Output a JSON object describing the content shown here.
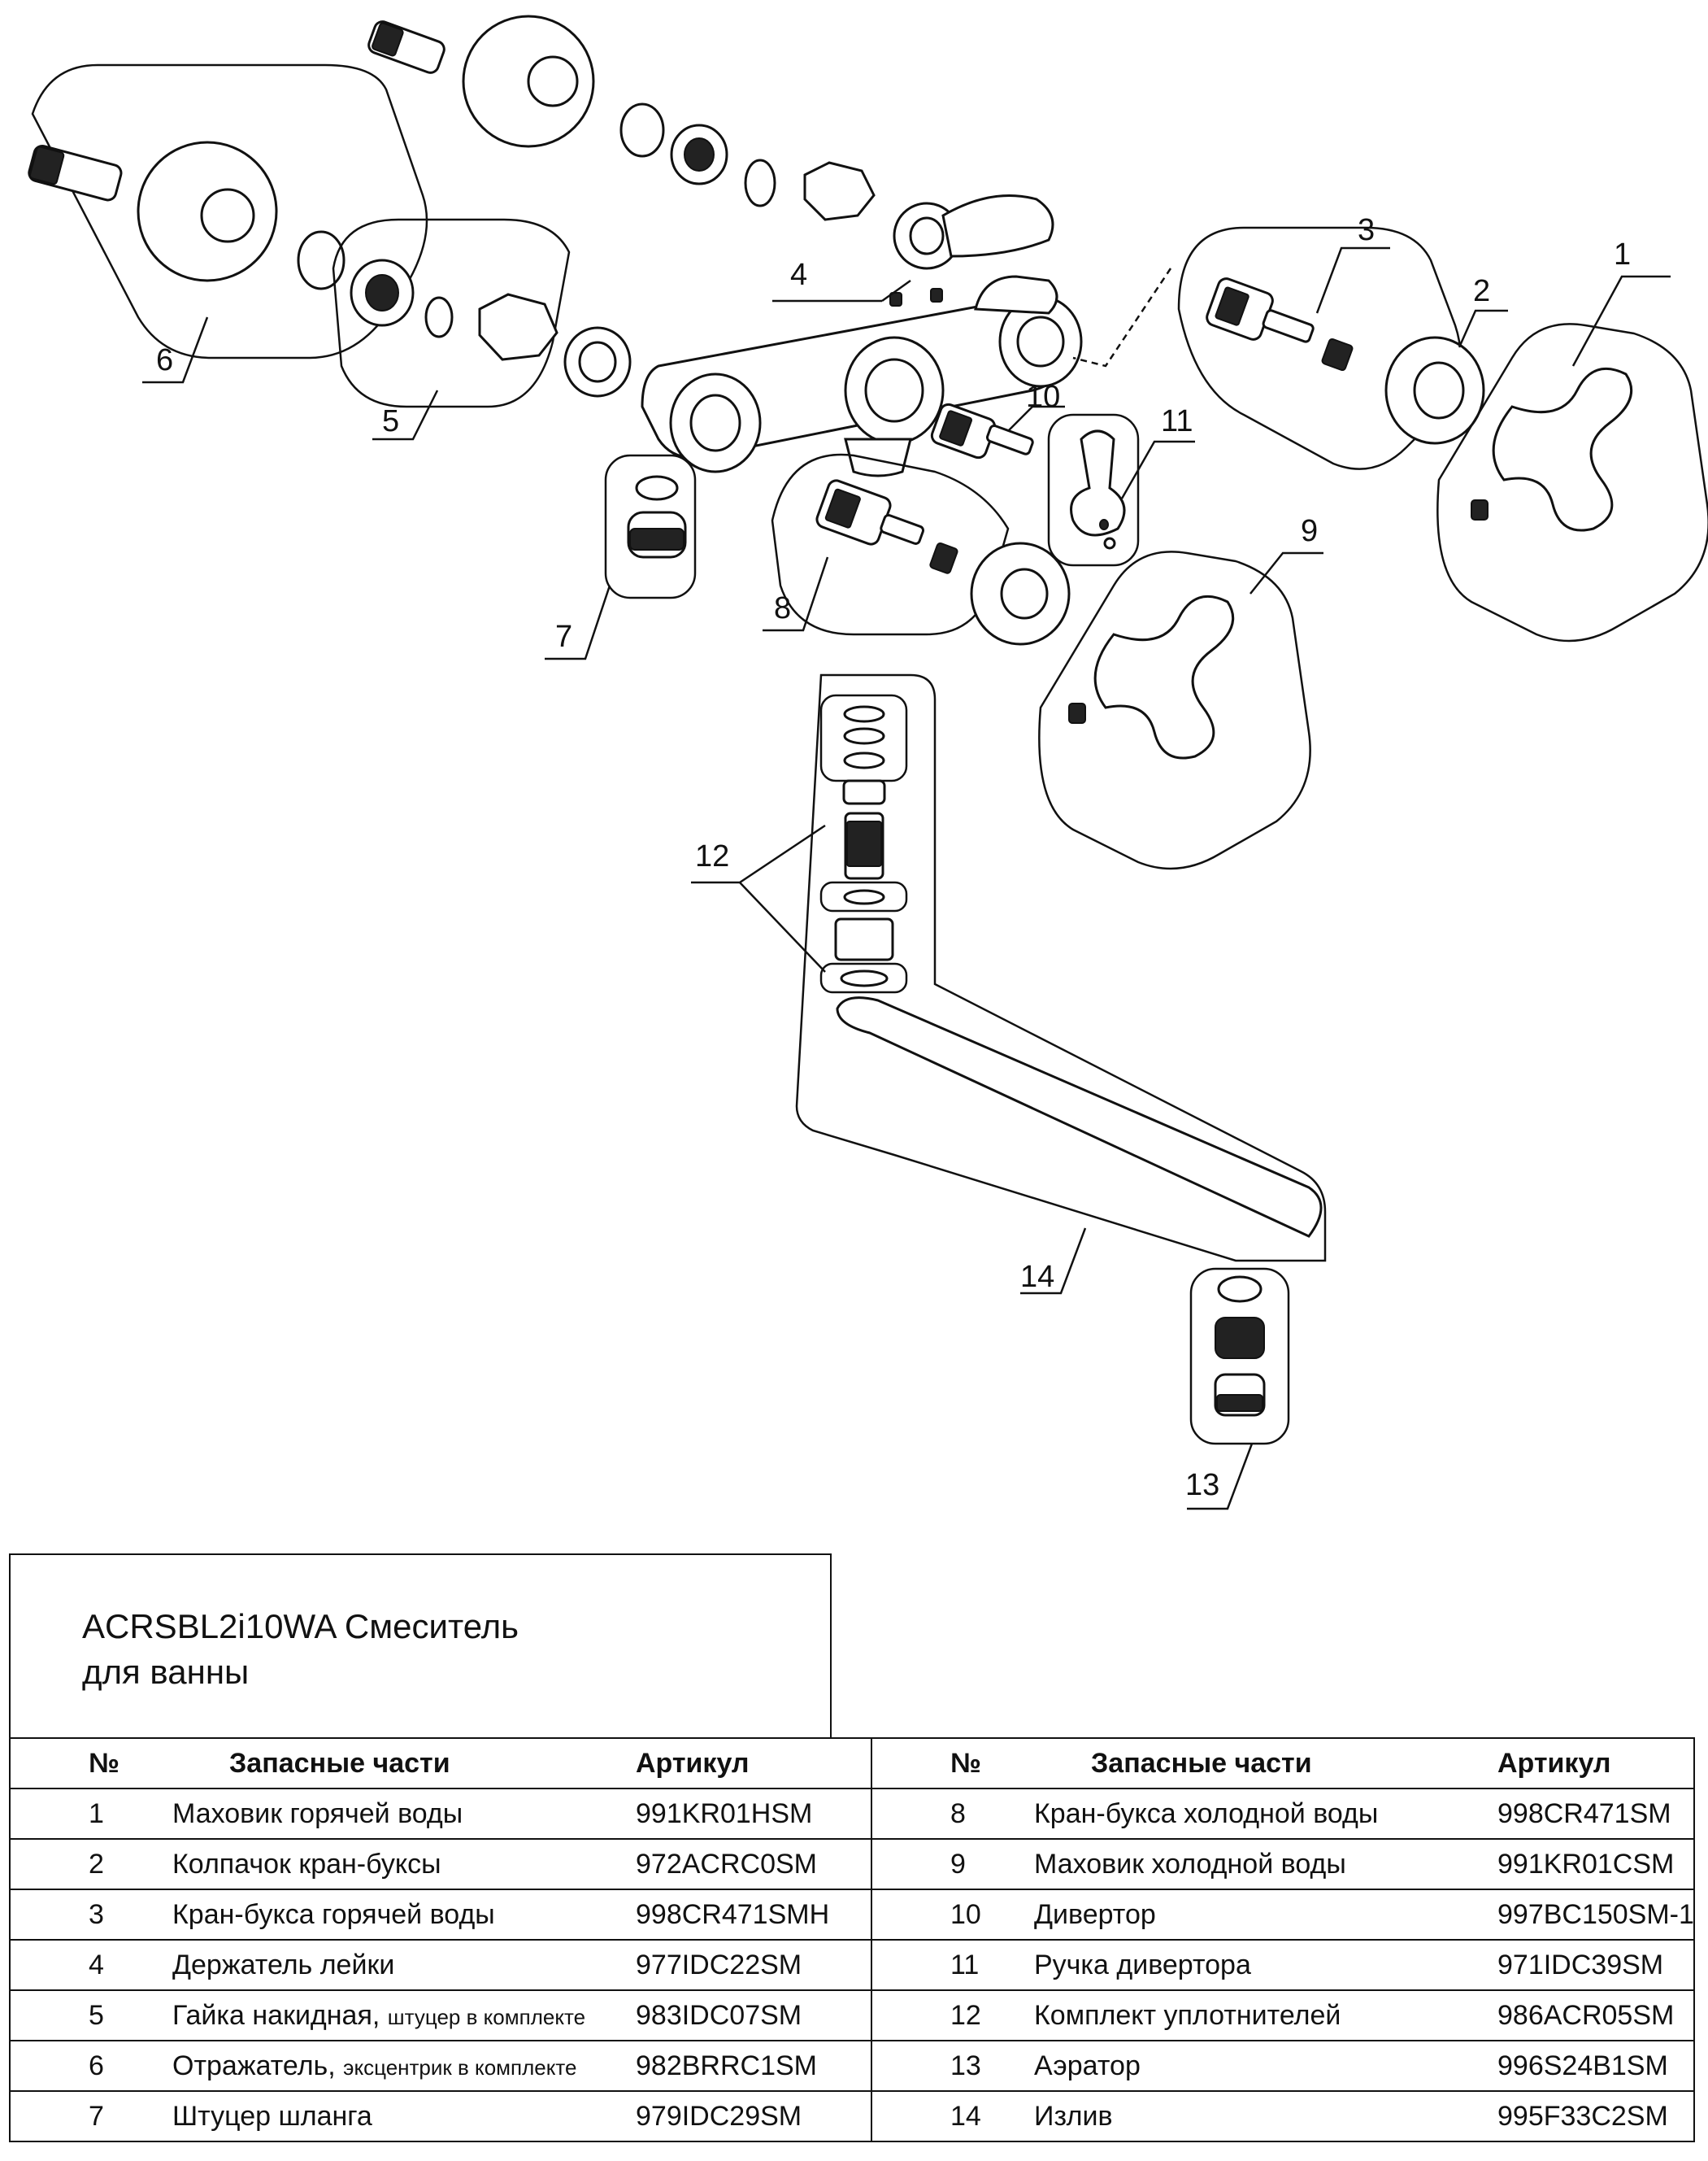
{
  "title": {
    "line1": "ACRSBL2i10WA Смеситель",
    "line2": "для ванны"
  },
  "table_headers": {
    "no": "№",
    "name": "Запасные части",
    "article": "Артикул"
  },
  "parts_left": [
    {
      "no": "1",
      "name": "Маховик горячей воды",
      "note": "",
      "article": "991KR01HSM"
    },
    {
      "no": "2",
      "name": "Колпачок кран-буксы",
      "note": "",
      "article": "972ACRC0SM"
    },
    {
      "no": "3",
      "name": "Кран-букса горячей воды",
      "note": "",
      "article": "998CR471SMH"
    },
    {
      "no": "4",
      "name": "Держатель лейки",
      "note": "",
      "article": "977IDC22SM"
    },
    {
      "no": "5",
      "name": "Гайка накидная,",
      "note": "штуцер в комплекте",
      "article": "983IDC07SM"
    },
    {
      "no": "6",
      "name": "Отражатель,",
      "note": "эксцентрик в комплекте",
      "article": "982BRRC1SM"
    },
    {
      "no": "7",
      "name": "Штуцер шланга",
      "note": "",
      "article": "979IDC29SM"
    }
  ],
  "parts_right": [
    {
      "no": "8",
      "name": "Кран-букса холодной воды",
      "article": "998CR471SM"
    },
    {
      "no": "9",
      "name": "Маховик холодной воды",
      "article": "991KR01CSM"
    },
    {
      "no": "10",
      "name": "Дивертор",
      "article": "997BC150SM-1"
    },
    {
      "no": "11",
      "name": "Ручка дивертора",
      "article": "971IDC39SM"
    },
    {
      "no": "12",
      "name": "Комплект уплотнителей",
      "article": "986ACR05SM"
    },
    {
      "no": "13",
      "name": "Аэратор",
      "article": "996S24B1SM"
    },
    {
      "no": "14",
      "name": "Излив",
      "article": "995F33C2SM"
    }
  ],
  "callouts": [
    "1",
    "2",
    "3",
    "4",
    "5",
    "6",
    "7",
    "8",
    "9",
    "10",
    "11",
    "12",
    "13",
    "14"
  ]
}
